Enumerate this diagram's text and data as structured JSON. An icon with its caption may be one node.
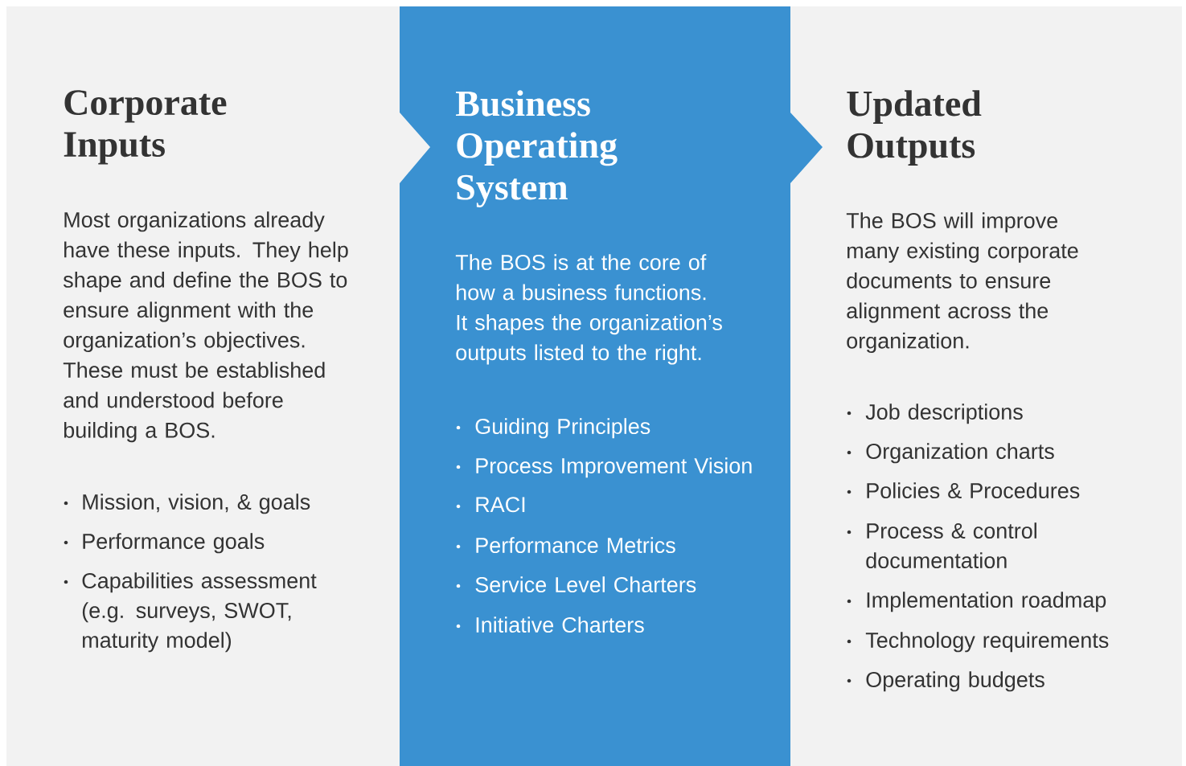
{
  "diagram": {
    "nodes": [
      {
        "text": [
          "Corporate Inputs",
          "Most organizations already have these inputs. They help shape and define the BOS to ensure alignment with the organization’s objectives. These must be established and understood before building a BOS.",
          "Mission, vision, & goals",
          "Performance goals",
          "Capabilities assessment (e.g. surveys, SWOT, maturity model)"
        ]
      },
      {
        "text": [
          "Business Operating System",
          "The BOS is at the core of how a business functions. It shapes the organization’s outputs listed to the right.",
          "Guiding Principles",
          "Process Improvement Vision",
          "RACI",
          "Performance Metrics",
          "Service Level Charters",
          "Initiative Charters"
        ]
      },
      {
        "text": [
          "Updated Outputs",
          "The BOS will improve many existing corporate documents to ensure alignment across the organization.",
          "Job descriptions",
          "Organization charts",
          "Policies & Procedures",
          "Process & control documentation",
          "Implementation roadmap",
          "Technology requirements",
          "Operating budgets"
        ]
      }
    ]
  }
}
